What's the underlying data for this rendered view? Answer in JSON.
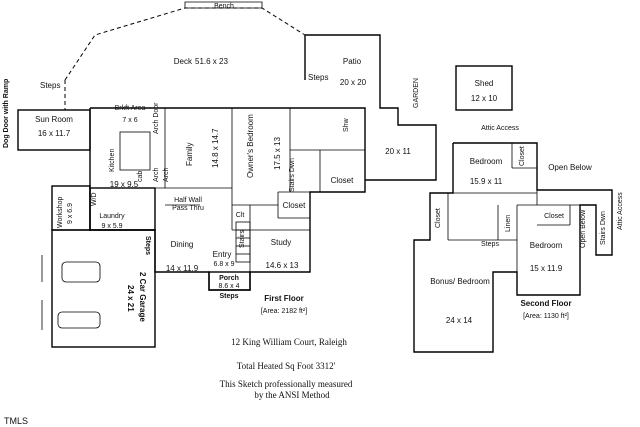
{
  "first_floor": {
    "bench": "Bench",
    "deck_label": "Deck",
    "deck_dims": "51.6 x 23",
    "patio_label": "Patio",
    "patio_dims": "20 x 20",
    "steps_patio": "Steps",
    "steps_deck": "Steps",
    "garden": "GARDEN",
    "patio_ext_dims": "20 x 11",
    "dog_door": "Dog Door with Ramp",
    "sun_room": "Sun Room",
    "sun_room_dims": "16 x 11.7",
    "brkft_area": "Brkft Area",
    "brkft_dims": "7 x 6",
    "arch_door": "Arch Door",
    "kitchen": "Kitchen",
    "kitchen_dims": "19 x 9.5",
    "family": "Family",
    "family_dims": "14.8 x 14.7",
    "owners_bedroom": "Owner's Bedroom",
    "owners_dims": "17.5 x 13",
    "shw": "Shw",
    "closet_owner": "Closet",
    "closet_bath": "Closet",
    "arch_opening_1": "Arch",
    "arch_opening_2": "Arch",
    "half_wall": "Half Wall",
    "pass_thru": "Pass Thru",
    "workshop": "Workshop",
    "workshop_dims": "9 x 6.9",
    "laundry": "Laundry",
    "laundry_dims": "9 x 5.9",
    "washer_dryer": "W/D",
    "cabinet": "cab",
    "clt": "Clt",
    "dining": "Dining",
    "dining_dims": "14 x 11.9",
    "entry": "Entry",
    "entry_dims": "6.8 x 9",
    "stairs": "Stairs",
    "stairs_dn": "Stairs Dwn",
    "porch": "Porch",
    "porch_dims": "8.6 x 4",
    "study": "Study",
    "study_dims": "14.6 x 13",
    "steps_front": "Steps",
    "steps_garage": "Steps",
    "garage": "2 Car Garage",
    "garage_dims": "24 x 21",
    "floor_title": "First Floor",
    "floor_area": "[Area: 2182 ft²]"
  },
  "shed": {
    "label": "Shed",
    "dims": "12 x 10"
  },
  "second_floor": {
    "attic_access_top": "Attic Access",
    "bedroom_1": "Bedroom",
    "bedroom_1_dims": "15.9 x 11",
    "closet_1": "Closet",
    "open_below_1": "Open Below",
    "closet_left": "Closet",
    "attic_right": "Attic Access",
    "stairs_dwn": "Stairs Dwn",
    "open_below_2": "Open Below",
    "closet_2": "Closet",
    "linen": "Linen",
    "bedroom_2": "Bedroom",
    "bedroom_2_dims": "15 x 11.9",
    "steps": "Steps",
    "bonus": "Bonus/ Bedroom",
    "bonus_dims": "24 x 14",
    "floor_title": "Second Floor",
    "floor_area": "[Area: 1130 ft²]"
  },
  "info": {
    "address": "12 King William Court, Raleigh",
    "total": "Total Heated Sq Foot 3312'",
    "note_1": "This Sketch professionally measured",
    "note_2": "by the ANSI Method"
  },
  "watermark": "TMLS"
}
